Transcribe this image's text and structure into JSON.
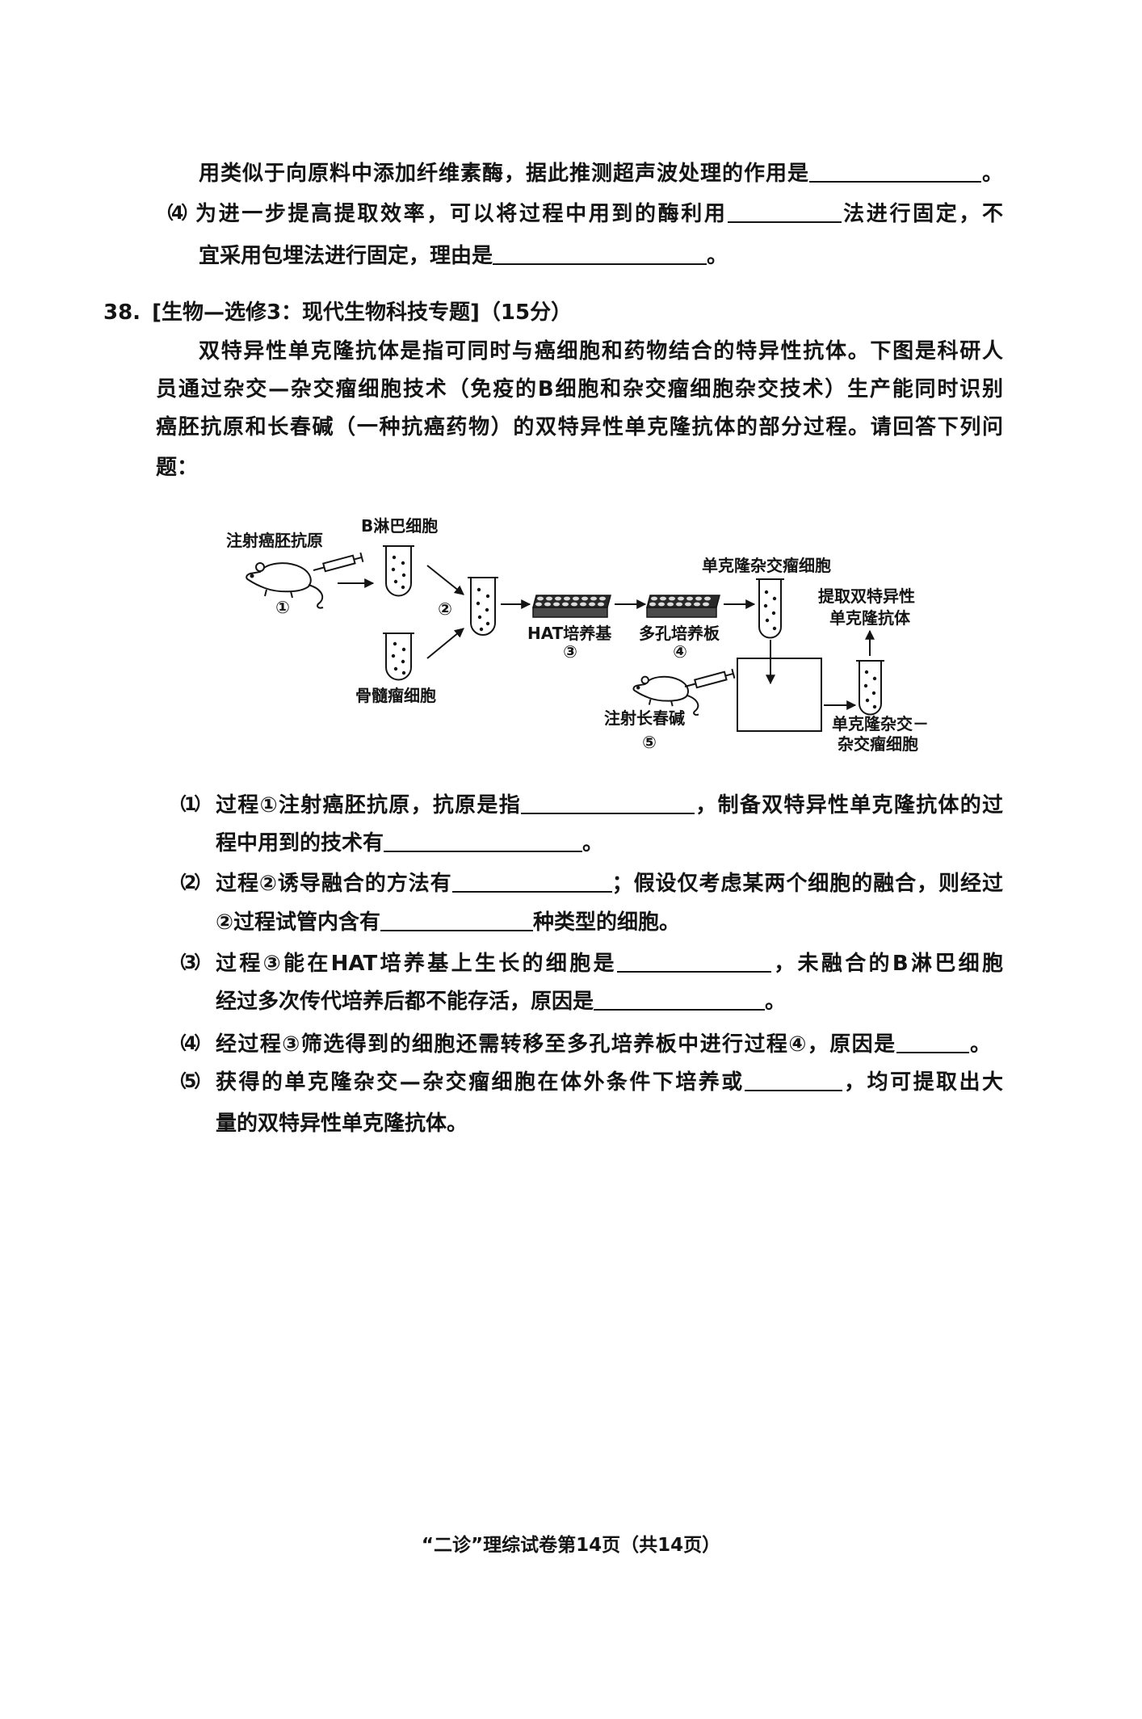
{
  "prev_question": {
    "continuation": {
      "before": "用类似于向原料中添加纤维素酶，据此推测超声波处理的作用是",
      "after": "。"
    },
    "part4": {
      "label": "（4）",
      "line1": {
        "before": "为进一步提高提取效率，可以将过程中用到的酶利用",
        "after": "法进行固定，不"
      },
      "line2": {
        "before": "宜采用包埋法进行固定，理由是",
        "after": "。"
      }
    }
  },
  "question38": {
    "number": "38.",
    "section": "[生物—选修3：现代生物科技专题]",
    "points": "（15分）",
    "intro_lines": [
      "双特异性单克隆抗体是指可同时与癌细胞和药物结合的特异性抗体。下图是科研人",
      "员通过杂交—杂交瘤细胞技术（免疫的B细胞和杂交瘤细胞杂交技术）生产能同时识别",
      "癌胚抗原和长春碱（一种抗癌药物）的双特异性单克隆抗体的部分过程。请回答下列问",
      "题："
    ],
    "diagram": {
      "inject_antigen": "注射癌胚抗原",
      "b_cells": "B淋巴细胞",
      "myeloma_cells": "骨髓瘤细胞",
      "hat_medium": "HAT培养基",
      "multiwell_plate": "多孔培养板",
      "monoclonal_hybridoma": "单克隆杂交瘤细胞",
      "extract_antibody": [
        "提取双特异性",
        "单克隆抗体"
      ],
      "inject_vinblastine": "注射长春碱",
      "hybrid_hybridoma": [
        "单克隆杂交－",
        "杂交瘤细胞"
      ],
      "step_markers": [
        "①",
        "②",
        "③",
        "④",
        "⑤"
      ]
    },
    "sub_questions": [
      {
        "label": "（1）",
        "line1": {
          "before": "过程①注射癌胚抗原，抗原是指",
          "after": "，制备双特异性单克隆抗体的过"
        },
        "line2": {
          "before": "程中用到的技术有",
          "after": "。"
        }
      },
      {
        "label": "（2）",
        "line1": {
          "before": "过程②诱导融合的方法有",
          "after": "；假设仅考虑某两个细胞的融合，则经过"
        },
        "line2": {
          "before": "②过程试管内含有",
          "after": "种类型的细胞。"
        }
      },
      {
        "label": "（3）",
        "line1": {
          "before": "过程③能在HAT培养基上生长的细胞是",
          "after": "，未融合的B淋巴细胞"
        },
        "line2": {
          "before": "经过多次传代培养后都不能存活，原因是",
          "after": "。"
        }
      },
      {
        "label": "（4）",
        "line1": {
          "before": "经过程③筛选得到的细胞还需转移至多孔培养板中进行过程④，原因是",
          "after": "。"
        }
      },
      {
        "label": "（5）",
        "line1": {
          "before": "获得的单克隆杂交—杂交瘤细胞在体外条件下培养或",
          "after": "，均可提取出大"
        },
        "line2": {
          "text": "量的双特异性单克隆抗体。"
        }
      }
    ]
  },
  "footer": "“二诊”理综试卷第14页（共14页）"
}
